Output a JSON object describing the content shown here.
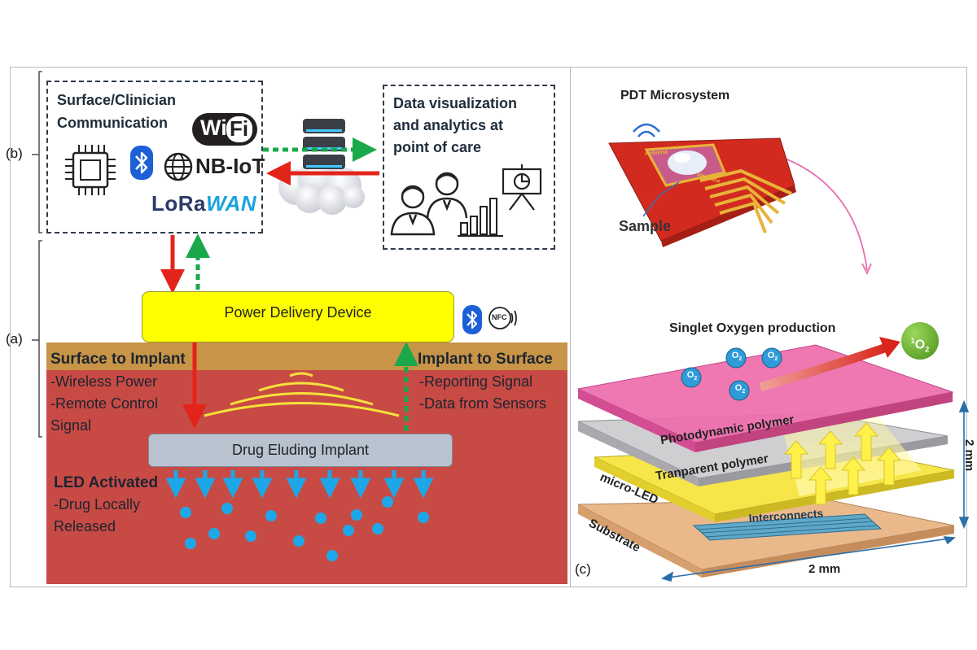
{
  "panel_labels": {
    "a": "(a)",
    "b": "(b)",
    "c": "(c)"
  },
  "surface_box": {
    "title_line1": "Surface/Clinician",
    "title_line2": "Communication",
    "wifi_a": "Wi",
    "wifi_b": "Fi",
    "nbiot": "NB-IoT",
    "lora_a": "LoRa",
    "lora_b": "WAN"
  },
  "data_box": {
    "line1": "Data visualization",
    "line2": "and analytics at",
    "line3": "point of care"
  },
  "power_device": "Power Delivery Device",
  "nfc_label": "NFC",
  "surface_to_implant": {
    "title": "Surface to Implant",
    "items": [
      "-Wireless Power",
      "-Remote Control",
      "Signal"
    ]
  },
  "implant_to_surface": {
    "title": "Implant to Surface",
    "items": [
      "-Reporting Signal",
      "-Data from Sensors"
    ]
  },
  "implant": "Drug Eluding Implant",
  "led_activated": {
    "title": "LED Activated",
    "items": [
      "-Drug Locally",
      "Released"
    ]
  },
  "pdt": {
    "title": "PDT Microsystem",
    "sample": "Sample",
    "chip_antenna": "Antenna",
    "chip_interface": "Interface",
    "singlet": "Singlet Oxygen production",
    "o2": "O",
    "o2_sub": "2",
    "singlet_o2_pre": "1",
    "layers": {
      "photodynamic": "Photodynamic polymer",
      "transparent": "Tranparent polymer",
      "microled": "micro-LED",
      "interconnects": "Interconnects",
      "substrate": "Substrate"
    },
    "dim_w": "2 mm",
    "dim_h": "2 mm"
  },
  "colors": {
    "tissue": "#c84a45",
    "surface_band": "#c89447",
    "power_device": "#ffff00",
    "implant": "#b9c3d0",
    "arrow_red": "#e3241b",
    "arrow_green": "#1aa84a",
    "drug_blue": "#1ea7e8",
    "wave_yellow": "#f5e23a"
  }
}
